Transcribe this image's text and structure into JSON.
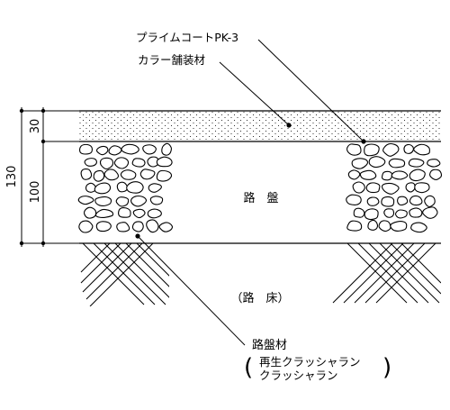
{
  "labels": {
    "primer": "プライムコートPK-3",
    "surface": "カラー舗装材",
    "base_course": "路　盤",
    "subgrade": "（路　床）",
    "base_material": "路盤材",
    "paren_open": "(",
    "paren_close": ")",
    "recycled_crusher_run": "再生クラッシャラン",
    "crusher_run": "クラッシャラン"
  },
  "dimensions": {
    "surface_thickness": "30",
    "base_thickness": "100",
    "total_thickness": "130"
  },
  "colors": {
    "line": "#000000",
    "background": "#ffffff"
  }
}
